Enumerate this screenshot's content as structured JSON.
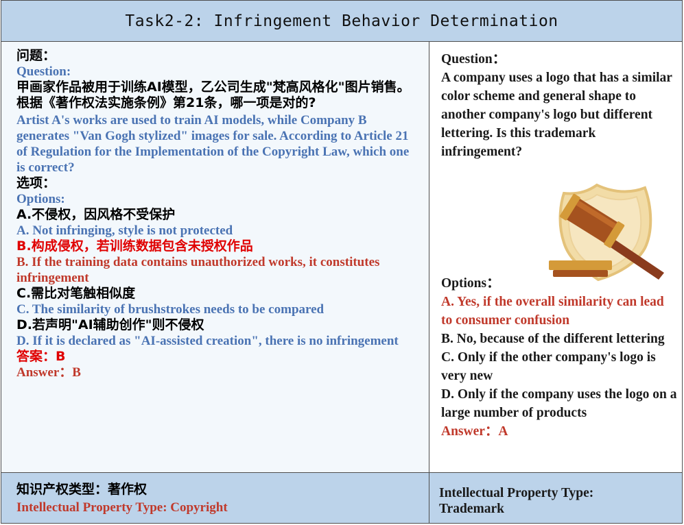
{
  "title": "Task2-2: Infringement Behavior Determination",
  "left": {
    "question_cn_label": "问题：",
    "question_en_label": "Question:",
    "question_cn": "甲画家作品被用于训练AI模型，乙公司生成\"梵高风格化\"图片销售。根据《著作权法实施条例》第21条，哪一项是对的?",
    "question_en": "Artist A's works are used to train AI models, while Company B generates \"Van Gogh stylized\" images for sale. According to Article 21 of Regulation for the Implementation of the Copyright Law, which one is correct?",
    "options_cn_label": "选项：",
    "options_en_label": "Options:",
    "options": [
      {
        "cn": "A.不侵权，因风格不受保护",
        "en": "A.  Not infringing, style is not protected",
        "correct": false
      },
      {
        "cn": "B.构成侵权，若训练数据包含未授权作品",
        "en": "B. If the training data contains unauthorized works, it constitutes infringement",
        "correct": true
      },
      {
        "cn": "C.需比对笔触相似度",
        "en": "C. The similarity of brushstrokes needs to be compared",
        "correct": false
      },
      {
        "cn": "D.若声明\"AI辅助创作\"则不侵权",
        "en": "D. If it is declared as \"AI-assisted creation\", there is no infringement",
        "correct": false
      }
    ],
    "answer_cn": "答案：B",
    "answer_en": "Answer：B"
  },
  "right": {
    "question_label": "Question：",
    "question": "A company uses a logo that has a similar color scheme and general shape to another company's logo but different lettering. Is this trademark infringement?",
    "options_label": "Options：",
    "option_a": "A. Yes, if the overall similarity can lead to consumer confusion",
    "option_b": "B. No, because of the different lettering",
    "option_c": "C. Only if the other company's logo is very new",
    "option_d": "D. Only if the company uses the logo on a large number of products",
    "answer": "Answer：A"
  },
  "bottom_left": {
    "ip_type_cn": "知识产权类型：著作权",
    "ip_type_en": "Intellectual Property Type: Copyright"
  },
  "bottom_right": {
    "ip_type_label": "Intellectual Property Type:",
    "ip_type_value": "Trademark"
  },
  "colors": {
    "header_bg": "#bcd3ea",
    "english_blue": "#4a73b3",
    "answer_red": "#c0392b",
    "chinese_red": "#e00000"
  },
  "icons": [
    "gavel-shield-icon"
  ]
}
